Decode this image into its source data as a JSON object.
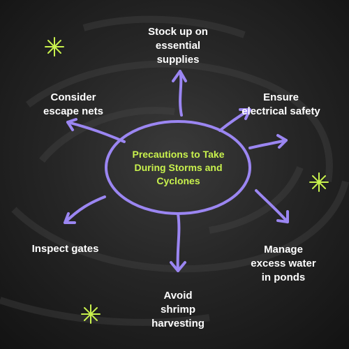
{
  "diagram": {
    "center": {
      "text": "Precautions to Take\nDuring Storms and\nCyclones"
    },
    "nodes": [
      {
        "id": "supplies",
        "text": "Stock up on\nessential\nsupplies"
      },
      {
        "id": "electrical",
        "text": "Ensure\nelectrical safety"
      },
      {
        "id": "water",
        "text": "Manage\nexcess water\nin ponds"
      },
      {
        "id": "harvesting",
        "text": "Avoid\nshrimp\nharvesting"
      },
      {
        "id": "gates",
        "text": "Inspect gates"
      },
      {
        "id": "nets",
        "text": "Consider\nescape nets"
      }
    ]
  },
  "colors": {
    "background": "#1c1c1c",
    "accent": "#9b86f2",
    "center_text": "#c9f24d",
    "sparkle": "#c9f24d",
    "text": "#ffffff"
  }
}
